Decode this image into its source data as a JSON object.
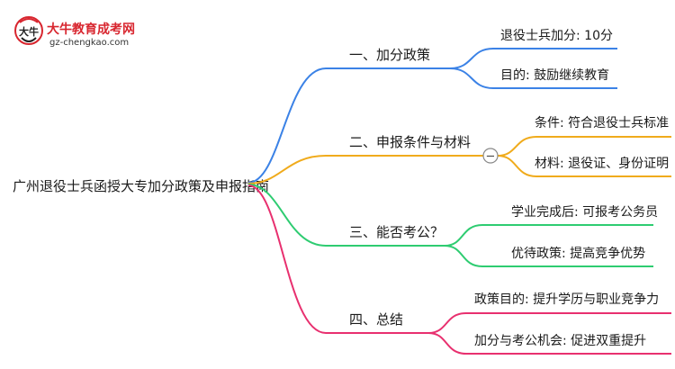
{
  "watermark": {
    "site_name": "大牛教育成考网",
    "site_url": "gz-chengkao.com",
    "logo_text": "大牛",
    "brand_color": "#d8262f"
  },
  "mindmap": {
    "root": "广州退役士兵函授大专加分政策及申报指南",
    "branches": [
      {
        "label": "一、加分政策",
        "color": "#3b82e6",
        "children": [
          "退役士兵加分: 10分",
          "目的: 鼓励继续教育"
        ]
      },
      {
        "label": "二、申报条件与材料",
        "color": "#f0ab1c",
        "collapse_symbol": "−",
        "children": [
          "条件: 符合退役士兵标准",
          "材料: 退役证、身份证明"
        ]
      },
      {
        "label": "三、能否考公？",
        "color": "#2ecc71",
        "children": [
          "学业完成后: 可报考公务员",
          "优待政策: 提高竞争优势"
        ]
      },
      {
        "label": "四、总结",
        "color": "#e8306f",
        "children": [
          "政策目的: 提升学历与职业竞争力",
          "加分与考公机会: 促进双重提升"
        ]
      }
    ]
  }
}
